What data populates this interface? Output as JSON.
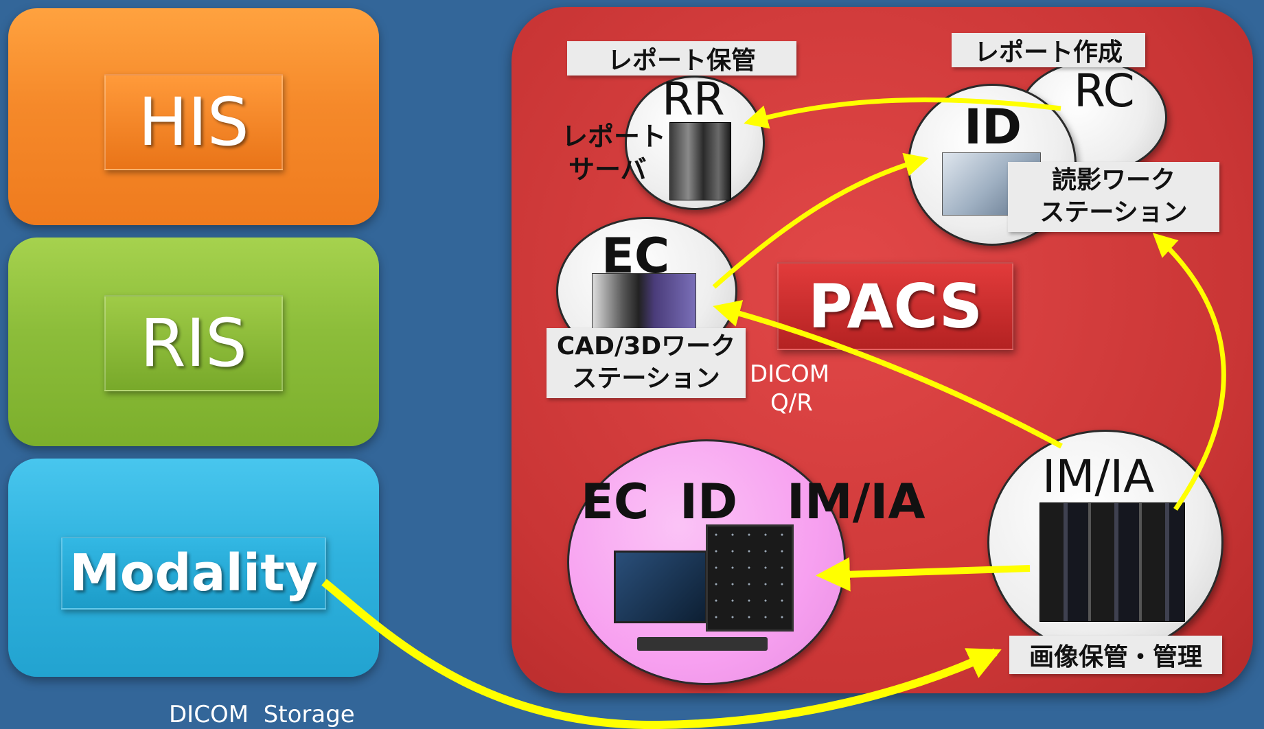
{
  "systems": {
    "his": "HIS",
    "ris": "RIS",
    "modality": "Modality"
  },
  "colors": {
    "background": "#336699",
    "his_panel": "#f5892a",
    "ris_panel": "#8cbd3a",
    "modality_panel": "#2fb2de",
    "pacs_panel": "#d43c3c",
    "arrow": "#ffff00",
    "integrated_circle": "#f7a0f0"
  },
  "pacs": {
    "label": "PACS",
    "rr": {
      "code": "RR",
      "tag": "レポート保管",
      "caption_line1": "レポート",
      "caption_line2": "サーバ"
    },
    "rc": {
      "code": "RC",
      "tag": "レポート作成"
    },
    "id": {
      "code": "ID",
      "caption_line1": "読影ワーク",
      "caption_line2": "ステーション"
    },
    "ec": {
      "code": "EC",
      "caption_line1": "CAD/3Dワーク",
      "caption_line2": "ステーション"
    },
    "imia": {
      "code": "IM/IA",
      "caption": "画像保管・管理"
    },
    "integrated": {
      "ec": "EC",
      "id": "ID",
      "imia": "IM/IA"
    },
    "dicom_qr_line1": "DICOM",
    "dicom_qr_line2": "Q/R"
  },
  "dicom_storage": "DICOM  Storage",
  "icons": [
    "server-image",
    "reading-workstation-image",
    "cad-workstation-image",
    "storage-rack-image",
    "monitor-workstation-image"
  ]
}
